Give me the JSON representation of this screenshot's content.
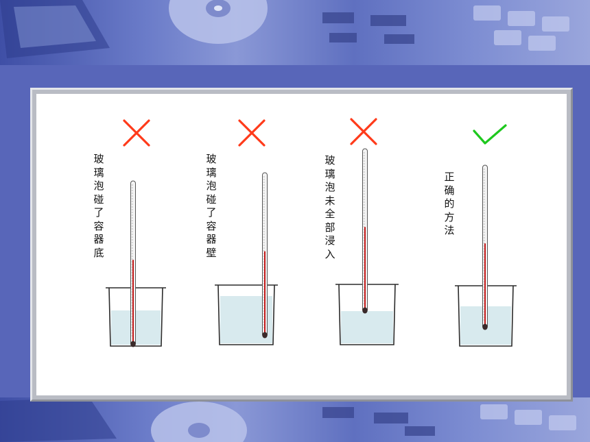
{
  "colors": {
    "cross": "#ff3a1a",
    "check": "#1ec81e",
    "liquid": "#d8eaee",
    "mercury": "#c21818",
    "beaker": "#2a2a2a"
  },
  "icons": [
    "cross-icon",
    "check-icon",
    "thermometer-icon",
    "beaker-icon"
  ],
  "panels": [
    {
      "label": "玻璃泡碰了容器底",
      "verdict": "wrong"
    },
    {
      "label": "玻璃泡碰了容器壁",
      "verdict": "wrong"
    },
    {
      "label": "玻璃泡未全部浸入",
      "verdict": "wrong"
    },
    {
      "label": "正确的方法",
      "verdict": "correct"
    }
  ]
}
